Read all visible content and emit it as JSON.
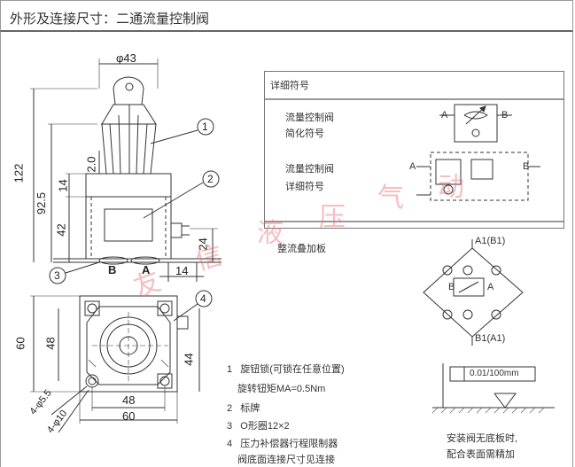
{
  "header": {
    "title": "外形及连接尺寸：二通流量控制阀"
  },
  "symbols": {
    "box_title": "详细符号",
    "flow_valve_label": "流量控制阀",
    "simplified_label": "简化符号",
    "detailed_label": "详细符号",
    "stack_plate_label": "整流叠加板",
    "port_a": "A",
    "port_b": "B",
    "port_a1b1": "A1(B1)",
    "port_b1a1": "B1(A1)"
  },
  "dimensions": {
    "d43": "φ43",
    "h122": "122",
    "h92_5": "92.5",
    "h42": "42",
    "h14": "14",
    "h2_0": "2.0",
    "h24": "24",
    "w14": "14",
    "w48": "48",
    "w60": "60",
    "h60": "60",
    "h48": "48",
    "h44": "44",
    "hole55": "4-φ5.5",
    "hole10": "4-φ10",
    "callout1": "1",
    "callout2": "2",
    "callout3": "3",
    "callout4": "4",
    "port_b": "B",
    "port_a": "A"
  },
  "notes": [
    {
      "num": "1",
      "text": "旋钮锁(可锁在任意位置)"
    },
    {
      "num": "",
      "text": "旋转钮矩MA=0.5Nm"
    },
    {
      "num": "2",
      "text": "标牌"
    },
    {
      "num": "3",
      "text": "O形圈12×2"
    },
    {
      "num": "4",
      "text": "压力补偿器行程限制器"
    },
    {
      "num": "",
      "text": "阀底面连接尺寸见连接"
    }
  ],
  "surface": {
    "tolerance": "0.01/100mm",
    "note_line1": "安装阀无底板时,",
    "note_line2": "配合表面需精加"
  },
  "watermark": [
    "友",
    "信",
    "液",
    "压",
    "气",
    "动"
  ]
}
